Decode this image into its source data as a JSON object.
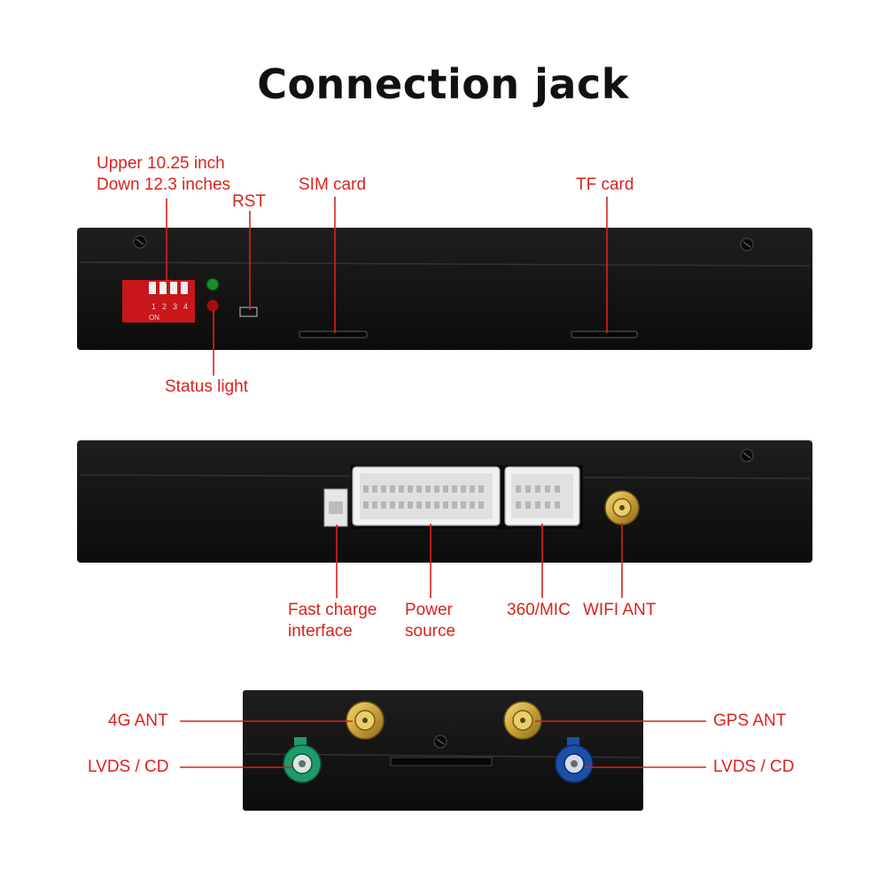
{
  "title": "Connection jack",
  "colors": {
    "label": "#d8231c",
    "device": "#121212"
  },
  "labels": {
    "dip_switch_l1": "Upper 10.25 inch",
    "dip_switch_l2": "Down 12.3 inches",
    "rst": "RST",
    "sim_card": "SIM card",
    "tf_card": "TF card",
    "status_light": "Status light",
    "fast_charge_l1": "Fast charge",
    "fast_charge_l2": "interface",
    "power_source_l1": "Power",
    "power_source_l2": "source",
    "mic_360": "360/MIC",
    "wifi_ant": "WIFI ANT",
    "ant_4g": "4G ANT",
    "gps_ant": "GPS ANT",
    "lvds_left": "LVDS / CD",
    "lvds_right": "LVDS / CD"
  },
  "dip_switch": {
    "numbers": [
      "1",
      "2",
      "3",
      "4"
    ],
    "on_text": "ON"
  }
}
